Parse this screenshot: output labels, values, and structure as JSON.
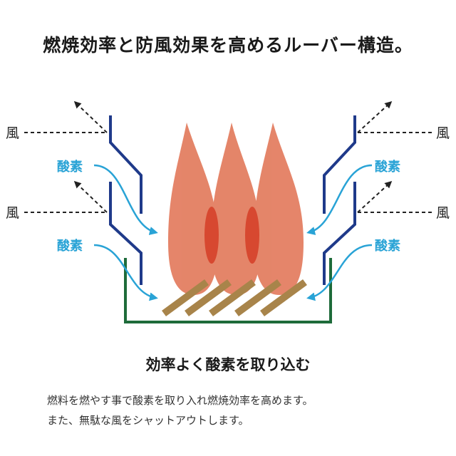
{
  "title": "燃焼効率と防風効果を高めるルーバー構造。",
  "labels": {
    "wind": "風",
    "oxygen": "酸素"
  },
  "subtitle": "効率よく酸素を取り込む",
  "description": [
    "燃料を燃やす事で酸素を取り入れ燃焼効率を高めます。",
    "また、無駄な風をシャットアウトします。"
  ],
  "colors": {
    "louver": "#1f3a8a",
    "tray": "#1e6b3a",
    "flame": "#e07050",
    "flame_core": "#d43a22",
    "wood": "#a8844a",
    "oxygen_arrow": "#29a3d6",
    "wind_arrow": "#222222"
  }
}
